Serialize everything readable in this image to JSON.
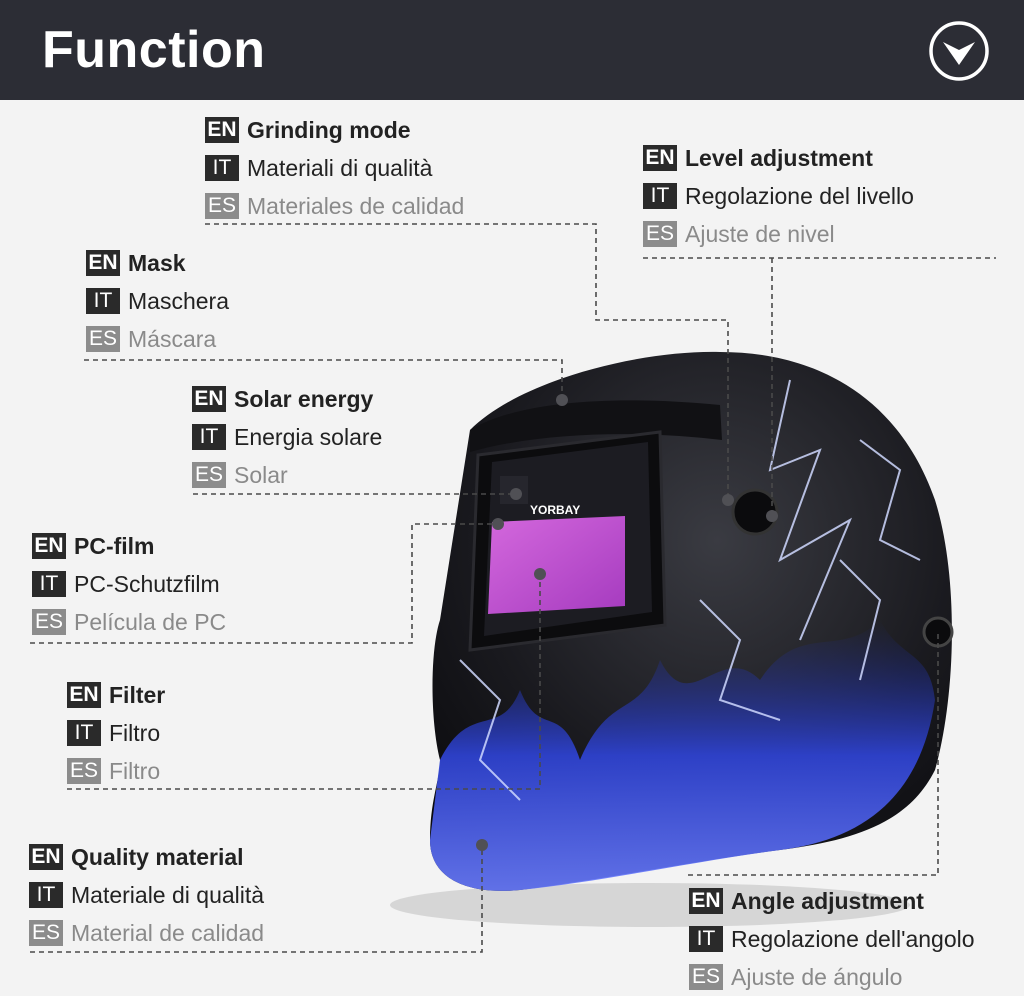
{
  "header": {
    "title": "Function"
  },
  "colors": {
    "header_bg": "#2c2d35",
    "accent_blue": "#3d4de0",
    "filter_pink": "#c24fd1",
    "helmet_black": "#141418"
  },
  "helmet": {
    "brand": "YORBAY"
  },
  "labels": {
    "grinding": {
      "en_tag": "EN",
      "en": "Grinding mode",
      "it_tag": "IT",
      "it": "Materiali di qualità",
      "es_tag": "ES",
      "es": "Materiales de calidad"
    },
    "level": {
      "en_tag": "EN",
      "en": "Level adjustment",
      "it_tag": "IT",
      "it": "Regolazione del livello",
      "es_tag": "ES",
      "es": "Ajuste de nivel"
    },
    "mask": {
      "en_tag": "EN",
      "en": "Mask",
      "it_tag": "IT",
      "it": "Maschera",
      "es_tag": "ES",
      "es": "Máscara"
    },
    "solar": {
      "en_tag": "EN",
      "en": "Solar energy",
      "it_tag": "IT",
      "it": "Energia solare",
      "es_tag": "ES",
      "es": "Solar"
    },
    "pcfilm": {
      "en_tag": "EN",
      "en": "PC-film",
      "it_tag": "IT",
      "it": "PC-Schutzfilm",
      "es_tag": "ES",
      "es": "Película de PC"
    },
    "filter": {
      "en_tag": "EN",
      "en": "Filter",
      "it_tag": "IT",
      "it": "Filtro",
      "es_tag": "ES",
      "es": "Filtro"
    },
    "quality": {
      "en_tag": "EN",
      "en": "Quality material",
      "it_tag": "IT",
      "it": "Materiale di qualità",
      "es_tag": "ES",
      "es": "Material de calidad"
    },
    "angle": {
      "en_tag": "EN",
      "en": "Angle adjustment",
      "it_tag": "IT",
      "it": "Regolazione dell'angolo",
      "es_tag": "ES",
      "es": "Ajuste de ángulo"
    }
  }
}
